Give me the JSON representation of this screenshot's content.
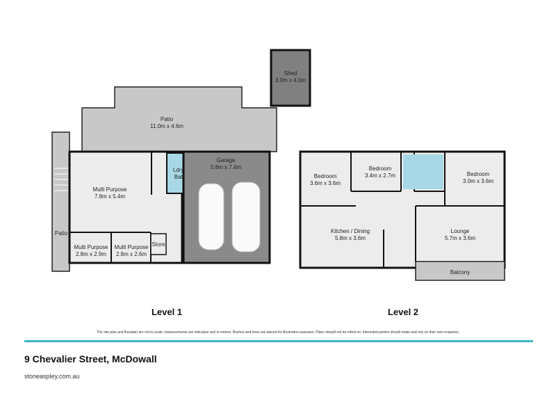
{
  "colors": {
    "accent": "#3bb7c4",
    "room": "#ececec",
    "outdoor": "#c8c8c8",
    "garage": "#8a8a8a",
    "wet": "#a8d8e6"
  },
  "level1": {
    "label": "Level 1",
    "shed": {
      "name": "Shed",
      "size": "3.0m x 4.0m"
    },
    "patio_main": {
      "name": "Patio",
      "size": "11.0m x 4.6m"
    },
    "patio_side": {
      "name": "Patio"
    },
    "multi_main": {
      "name": "Multi Purpose",
      "size": "7.8m x 5.4m"
    },
    "laundry": {
      "name1": "Ldry /",
      "name2": "Bath"
    },
    "garage": {
      "name": "Garage",
      "size": "5.8m x 7.4m"
    },
    "multi_a": {
      "name": "Multi Purpose",
      "size": "2.8m x 2.9m"
    },
    "multi_b": {
      "name": "Multi Purpose",
      "size": "2.8m x 2.6m"
    },
    "store": {
      "name": "Store"
    }
  },
  "level2": {
    "label": "Level 2",
    "bed1": {
      "name": "Bedroom",
      "size": "3.6m x 3.6m"
    },
    "bed2": {
      "name": "Bedroom",
      "size": "3.4m x 2.7m"
    },
    "bed3": {
      "name": "Bedroom",
      "size": "3.0m x 3.6m"
    },
    "kitchen": {
      "name": "Kitchen / Dining",
      "size": "5.8m x 3.6m"
    },
    "lounge": {
      "name": "Lounge",
      "size": "5.7m x 3.6m"
    },
    "balcony": {
      "name": "Balcony"
    }
  },
  "footer": {
    "disclaimer": "The site plan and floorplan are not to scale; measurements are indicative and in metres. Bushes and trees are placed for illustration purposes. Plans should not be relied on. Interested parties should make and rely on their own enquiries.",
    "address": "9 Chevalier Street, McDowall",
    "website": "stoneaspley.com.au"
  }
}
